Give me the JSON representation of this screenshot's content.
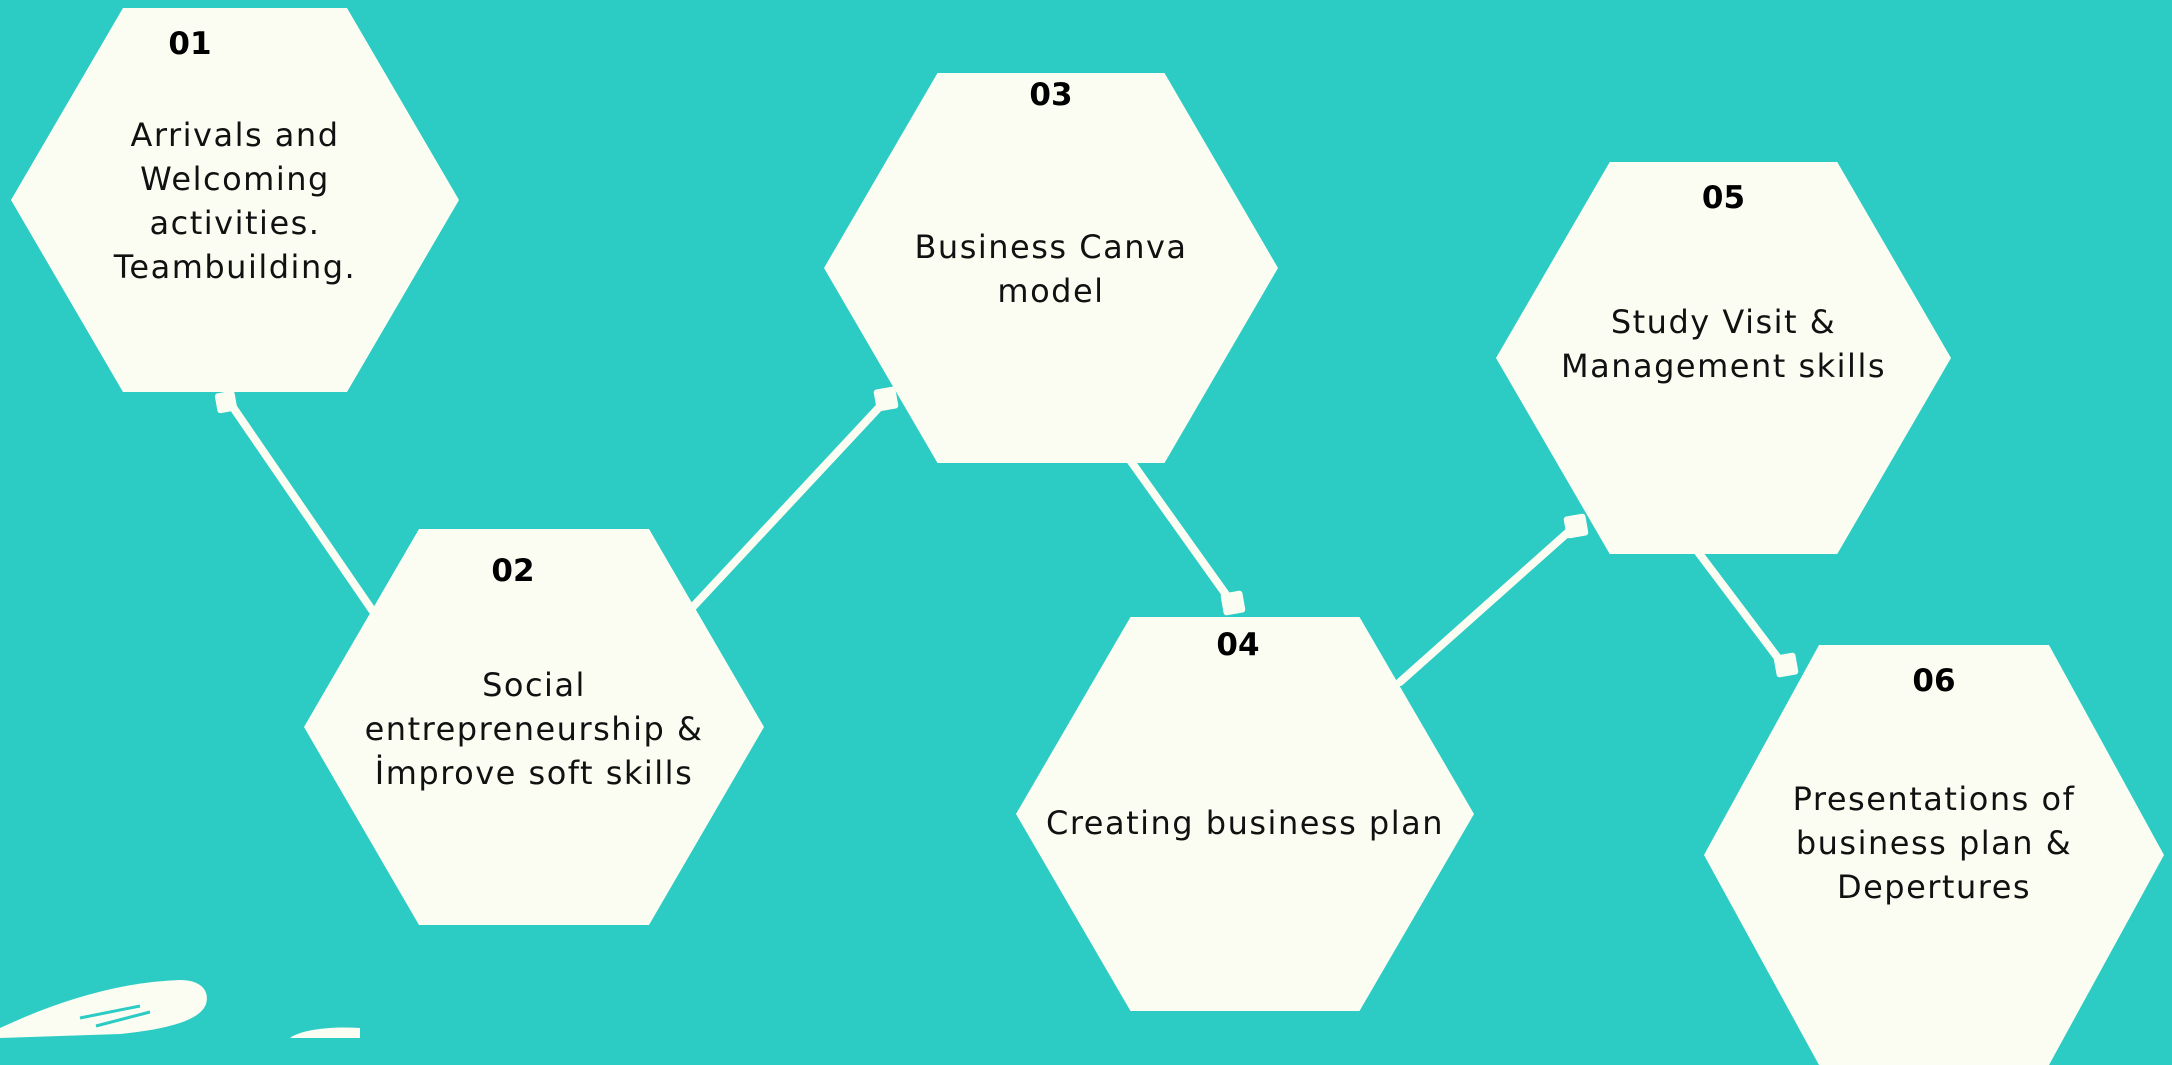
{
  "colors": {
    "background": "#2cccc4",
    "hexagon": "#fcfdf2",
    "connector": "#fcfdf2",
    "text": "#111111"
  },
  "steps": [
    {
      "number": "01",
      "label": "Arrivals and\nWelcoming\nactivities.\nTeambuilding."
    },
    {
      "number": "02",
      "label": "Social\nentrepreneurship &\nİmprove soft skills"
    },
    {
      "number": "03",
      "label": "Business Canva\nmodel"
    },
    {
      "number": "04",
      "label": "Creating business plan"
    },
    {
      "number": "05",
      "label": "Study Visit &\nManagement skills"
    },
    {
      "number": "06",
      "label": "Presentations of\nbusiness plan &\nDepertures"
    }
  ]
}
